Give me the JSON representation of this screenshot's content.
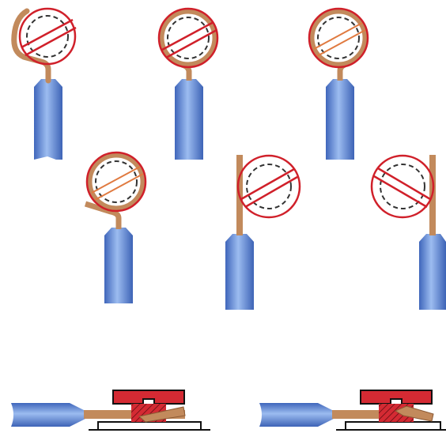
{
  "figure": {
    "panels": [
      {
        "id": "top-row-1",
        "wire": "curled-left"
      },
      {
        "id": "top-row-2",
        "wire": "full-loop"
      },
      {
        "id": "top-row-3",
        "wire": "full-loop-thin-slot"
      },
      {
        "id": "mid-row-1",
        "wire": "loop-overlap"
      },
      {
        "id": "mid-row-2",
        "wire": "straight-left-side"
      },
      {
        "id": "mid-row-3",
        "wire": "straight-right-side"
      },
      {
        "id": "bottom-1",
        "wire": "clamp-side-view"
      },
      {
        "id": "bottom-2",
        "wire": "clamp-side-view-bent"
      }
    ],
    "colors": {
      "insulation": "#4a72c4",
      "insulation_highlight": "#8fb0e8",
      "copper": "#c28a5c",
      "no_symbol": "#d0202a",
      "dashed": "#333333",
      "clamp": "#d42a33",
      "outline": "#111111"
    }
  }
}
